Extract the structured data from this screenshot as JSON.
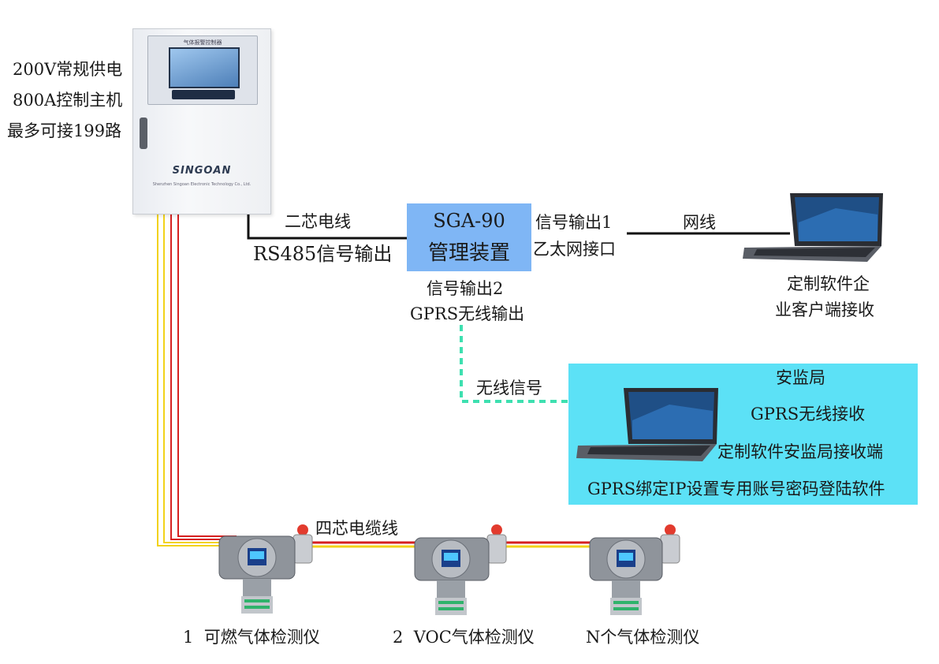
{
  "controller": {
    "power_label": "200V常规供电",
    "model_label": "800A控制主机",
    "capacity_label": "最多可接199路",
    "panel_title": "气体报警控制器",
    "brand": "SINGOAN",
    "brand_sub": "Shenzhen Singoan Electronic Technology Co., Ltd."
  },
  "wiring": {
    "two_core_label": "二芯电线",
    "rs485_label": "RS485信号输出",
    "four_core_label": "四芯电缆线",
    "wireless_label": "无线信号",
    "network_cable_label": "网线"
  },
  "manager": {
    "line1": "SGA-90",
    "line2": "管理装置",
    "output1_line1": "信号输出1",
    "output1_line2": "乙太网接口",
    "output2_line1": "信号输出2",
    "output2_line2": "GPRS无线输出"
  },
  "enterprise_client": {
    "line1": "定制软件企",
    "line2": "业客户端接收"
  },
  "regulator": {
    "line1": "安监局",
    "line2": "GPRS无线接收",
    "line3": "定制软件安监局接收端",
    "line4": "GPRS绑定IP设置专用账号密码登陆软件"
  },
  "detectors": [
    {
      "label": "1  可燃气体检测仪"
    },
    {
      "label": "2  VOC气体检测仪"
    },
    {
      "label": "N个气体检测仪"
    }
  ],
  "colors": {
    "manager_box": "#7fb6f5",
    "regulator_panel": "#5ce1f6",
    "wireless_link": "#3ee0b0",
    "cable_red": "#d62020",
    "cable_yellow": "#f2d21a"
  }
}
